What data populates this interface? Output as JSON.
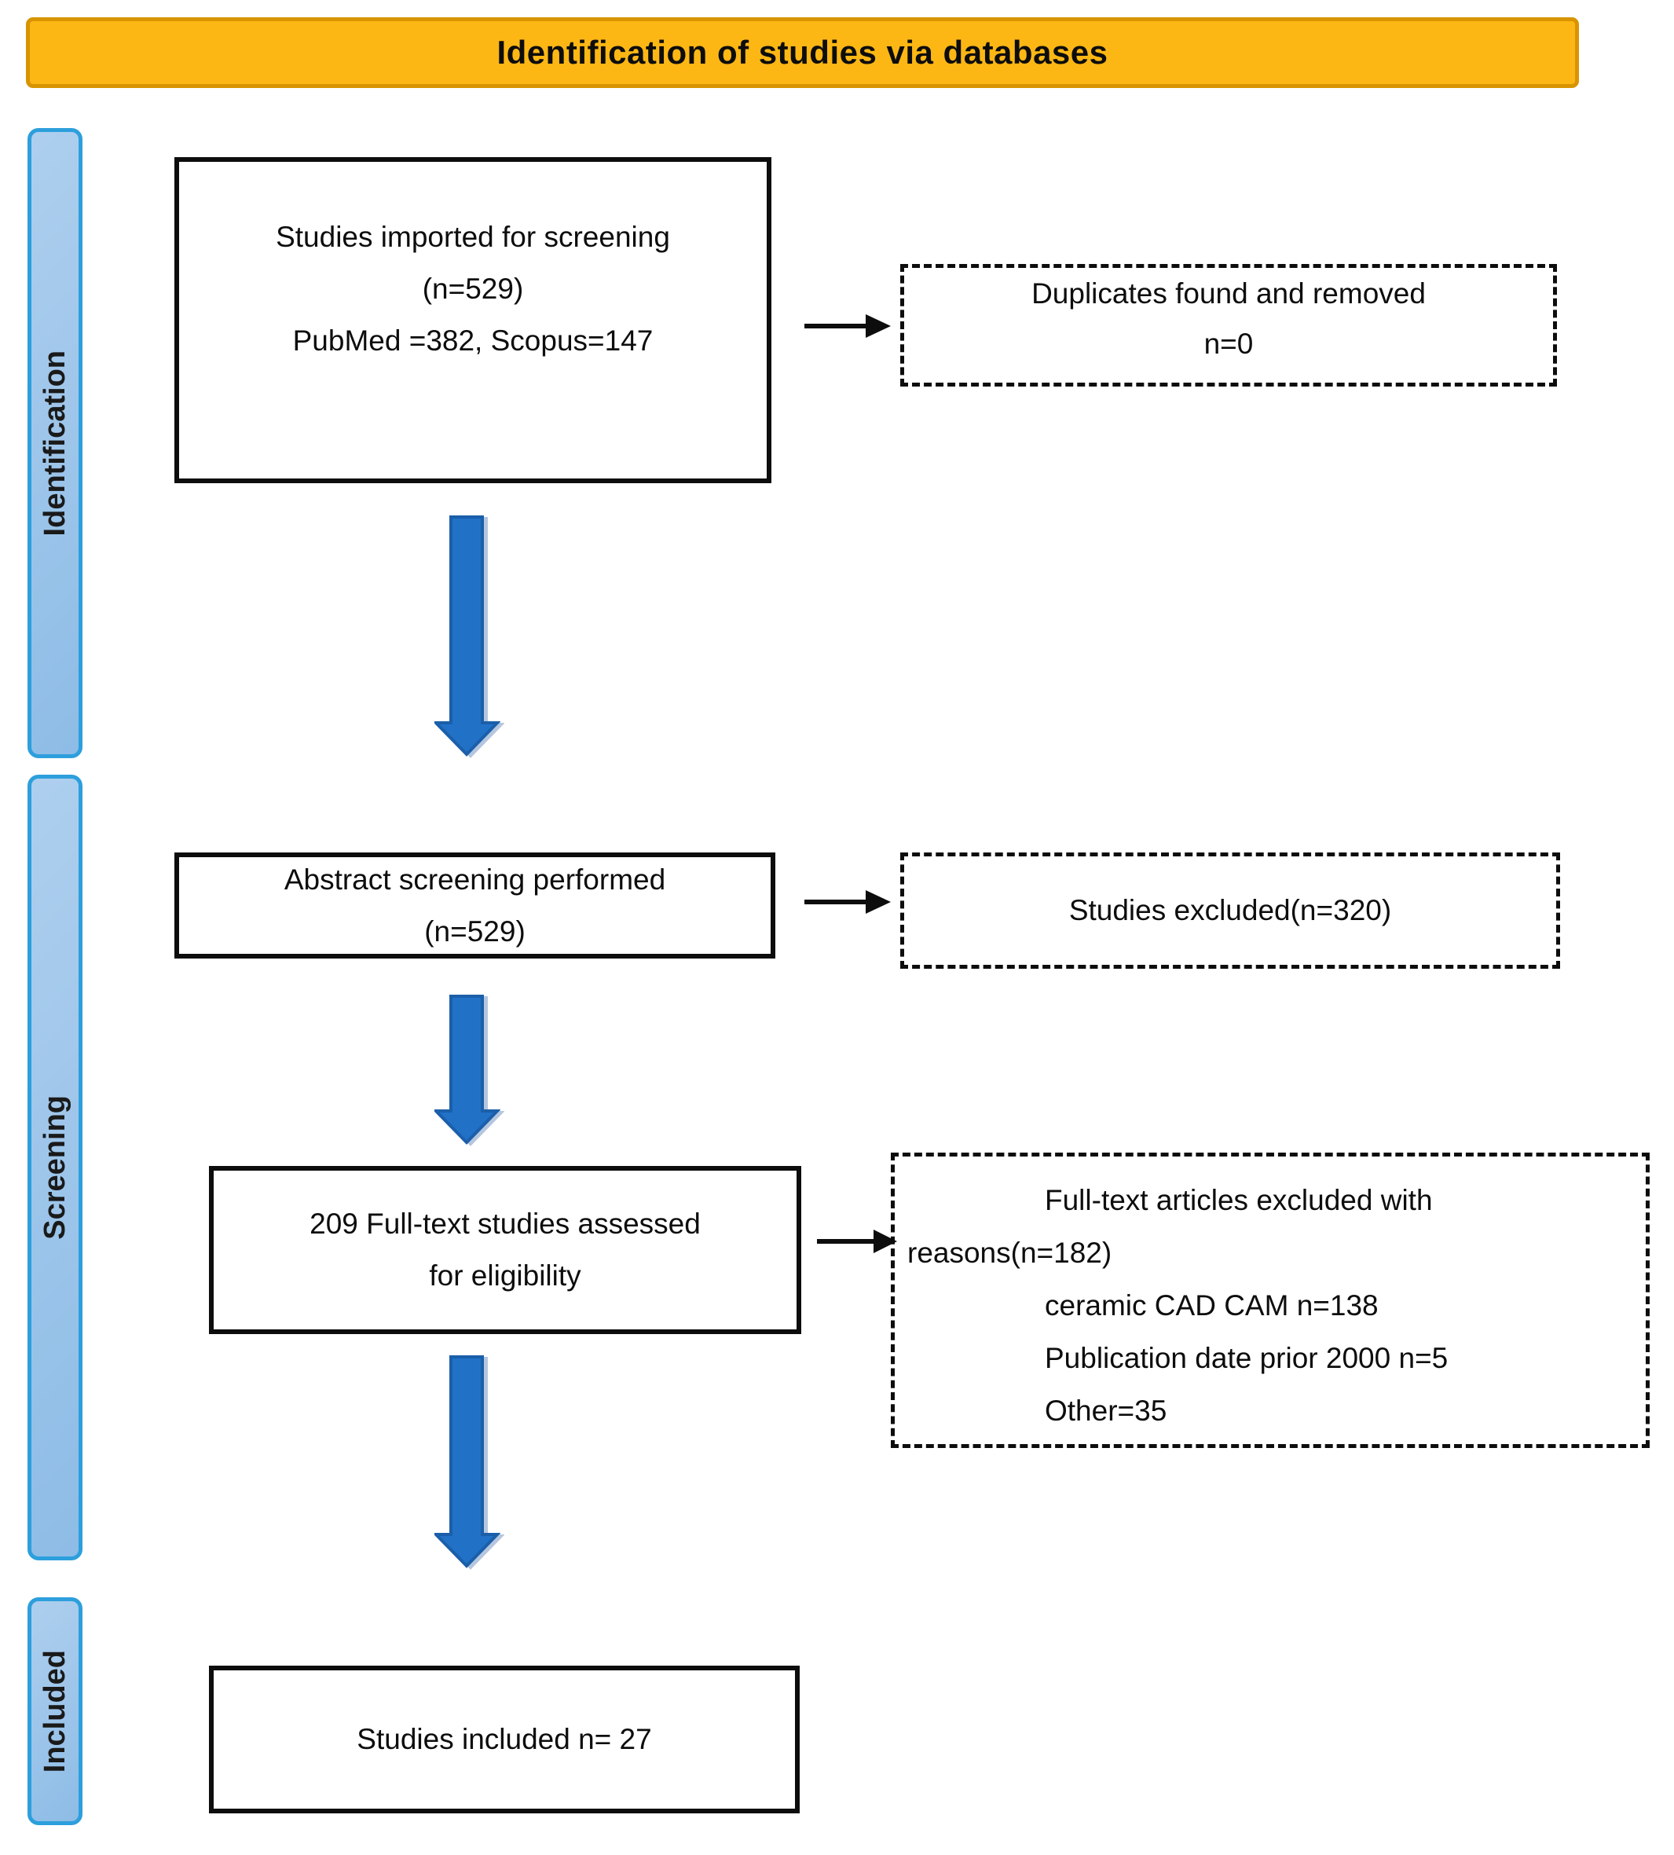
{
  "header": {
    "title": "Identification of studies via databases"
  },
  "sidebar": {
    "labels": [
      {
        "id": "identification",
        "text": "Identification"
      },
      {
        "id": "screening",
        "text": "Screening"
      },
      {
        "id": "included",
        "text": "Included"
      }
    ]
  },
  "boxes": {
    "imported": {
      "lines": [
        "Studies imported for screening",
        "(n=529)",
        "PubMed =382, Scopus=147"
      ]
    },
    "duplicates": {
      "lines": [
        "Duplicates found and removed",
        "n=0"
      ]
    },
    "abstract": {
      "lines": [
        "Abstract screening performed",
        "(n=529)"
      ]
    },
    "excluded": {
      "lines": [
        "Studies excluded(n=320)"
      ]
    },
    "fulltext": {
      "lines": [
        "209 Full-text studies assessed",
        "for eligibility"
      ]
    },
    "fulltext_excluded": {
      "intro_line1": "Full-text articles excluded with",
      "intro_line2": "reasons(n=182)",
      "reasons": [
        "ceramic CAD CAM n=138",
        "Publication date prior 2000 n=5",
        "Other=35"
      ]
    },
    "included": {
      "lines": [
        "Studies included n= 27"
      ]
    }
  },
  "colors": {
    "header_bg": "#FDB714",
    "header_border": "#D89400",
    "stage_label_fill": "#9DC6EA",
    "stage_label_border": "#2d9fdc",
    "block_arrow_fill": "#2171C7",
    "block_arrow_stroke": "#1B5FAA",
    "ink": "#0d0d0d"
  }
}
